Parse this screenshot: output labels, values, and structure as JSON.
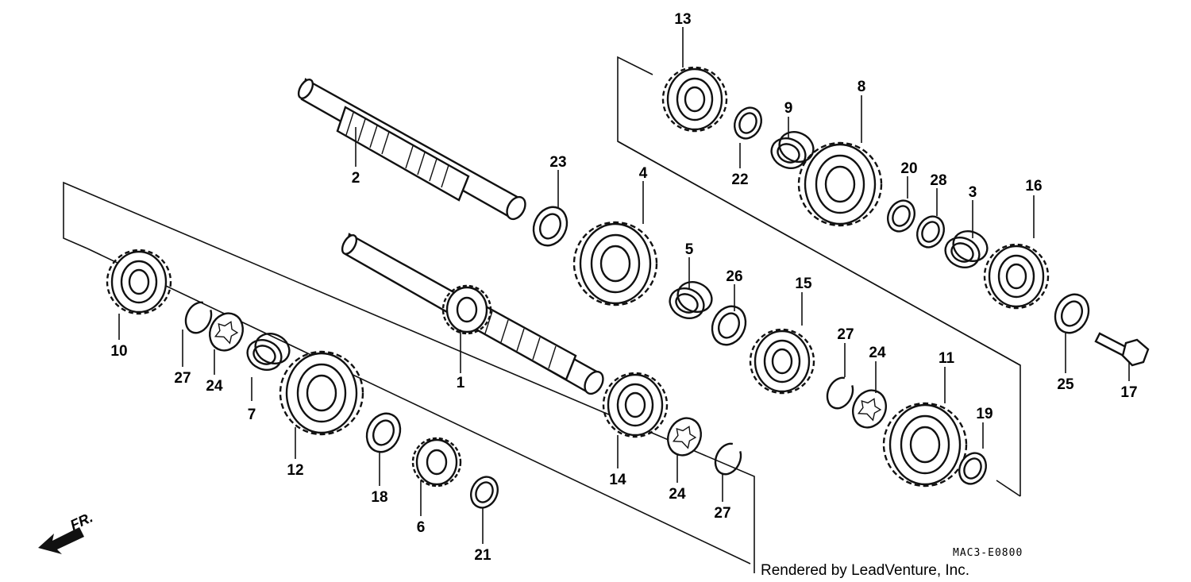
{
  "diagram": {
    "part_numbers": [
      "1",
      "2",
      "3",
      "4",
      "5",
      "6",
      "7",
      "8",
      "9",
      "10",
      "11",
      "12",
      "13",
      "14",
      "15",
      "16",
      "17",
      "18",
      "19",
      "20",
      "21",
      "22",
      "23",
      "24",
      "24",
      "24",
      "25",
      "26",
      "27",
      "27",
      "27",
      "28"
    ],
    "drawing_code": "MAC3-E0800",
    "credit": "Rendered by LeadVenture, Inc.",
    "direction_label": "FR.",
    "icons": [
      "front-direction-arrow-icon"
    ]
  }
}
